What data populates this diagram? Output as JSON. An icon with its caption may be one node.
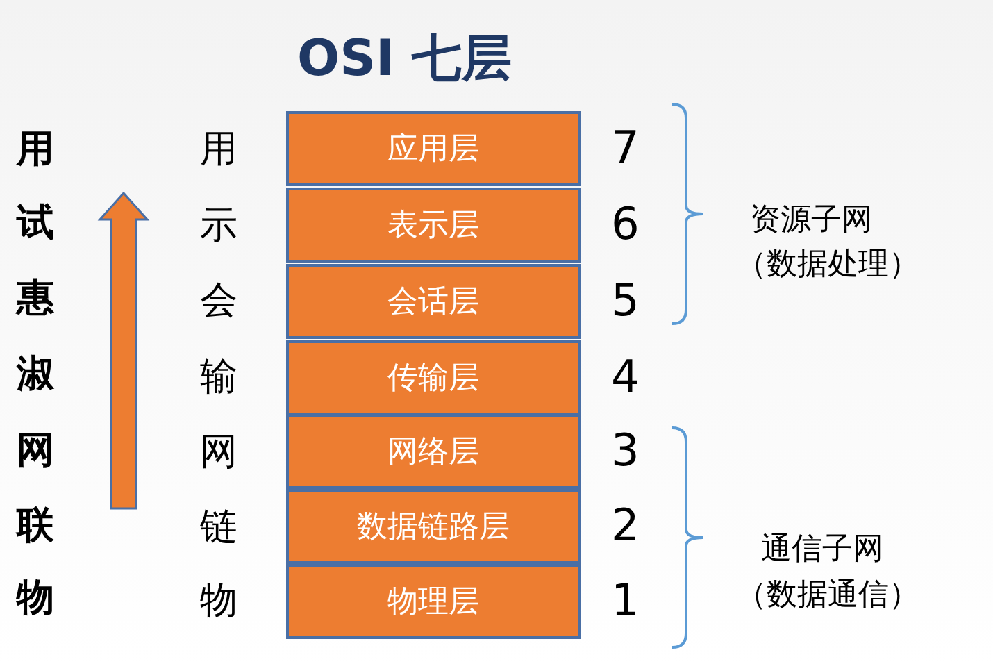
{
  "diagram": {
    "title": "OSI 七层",
    "nodes": [
      {
        "text": [
          "应用层"
        ],
        "beside": [
          "7"
        ]
      },
      {
        "text": [
          "表示层"
        ],
        "beside": [
          "6"
        ]
      },
      {
        "text": [
          "会话层"
        ],
        "beside": [
          "5"
        ]
      },
      {
        "text": [
          "传输层"
        ],
        "beside": [
          "4"
        ]
      },
      {
        "text": [
          "网络层"
        ],
        "beside": [
          "3"
        ]
      },
      {
        "text": [
          "数据链路层"
        ],
        "beside": [
          "2"
        ]
      },
      {
        "text": [
          "物理层"
        ],
        "beside": [
          "1"
        ]
      }
    ],
    "labels": [
      "用",
      "试",
      "惠",
      "淑",
      "网",
      "联",
      "物",
      "用",
      "示",
      "会",
      "输",
      "网",
      "链",
      "物",
      "资源子网",
      "（数据处理）",
      "通信子网",
      "（数据通信）"
    ]
  }
}
